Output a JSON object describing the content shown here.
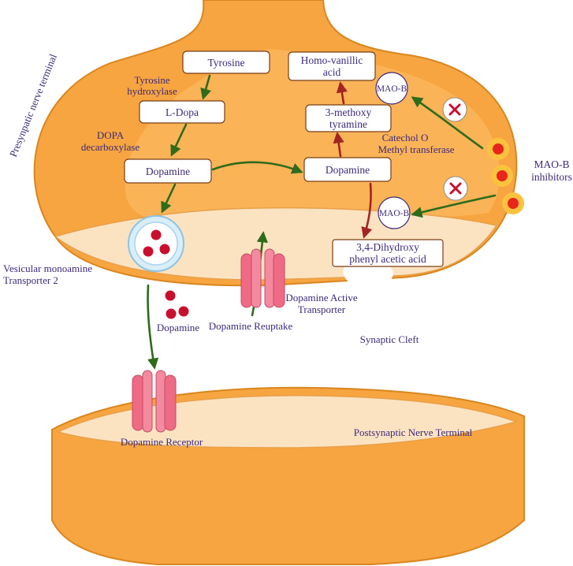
{
  "presynaptic_label": "Presynpatic nerve terminal",
  "nodes": {
    "tyrosine": "Tyrosine",
    "l_dopa": "L-Dopa",
    "dopamine_left": "Dopamine",
    "dopamine_right": "Dopamine",
    "methoxy_line1": "3-methoxy",
    "methoxy_line2": "tyramine",
    "homovanillic_line1": "Homo-vanillic",
    "homovanillic_line2": "acid",
    "dopac_line1": "3,4-Dihydroxy",
    "dopac_line2": "phenyl acetic acid"
  },
  "enzymes": {
    "tyrosine_hydroxylase_line1": "Tyrosine",
    "tyrosine_hydroxylase_line2": "hydroxylase",
    "dopa_decarboxylase_line1": "DOPA",
    "dopa_decarboxylase_line2": "decarboxylase",
    "comt_line1": "Catechol O",
    "comt_line2": "Methyl transferase",
    "maob_top": "MAO-B",
    "maob_bottom": "MAO-B"
  },
  "inhibitor_label_line1": "MAO-B",
  "inhibitor_label_line2": "inhibitors",
  "vesicle_label_line1": "Vesicular monoamine",
  "vesicle_label_line2": "Transporter 2",
  "dopamine_cleft_label": "Dopamine",
  "reuptake_label": "Dopamine Reuptake",
  "active_transporter_line1": "Dopamine Active",
  "active_transporter_line2": "Transporter",
  "synaptic_cleft_label": "Synaptic Cleft",
  "receptor_label": "Dopamine Receptor",
  "postsynaptic_label": "Postsynaptic Nerve Terminal",
  "colors": {
    "terminal_orange": "#f7a540",
    "terminal_outline": "#d9861f",
    "membrane_cream": "#fbe3c2",
    "arrow_green": "#2e6b1b",
    "arrow_red": "#a42323",
    "text_purple": "#3d2a7a",
    "channel_pink": "#ef6a85",
    "dopamine_red": "#c8102e"
  }
}
